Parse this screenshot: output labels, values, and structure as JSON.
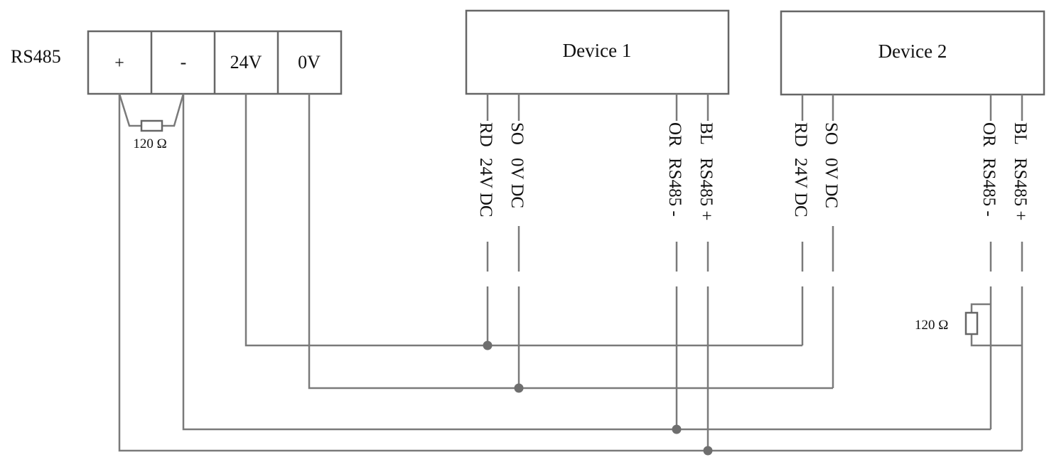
{
  "terminal": {
    "label": "RS485",
    "cells": [
      "+",
      "-",
      "24V",
      "0V"
    ]
  },
  "resistor_label": "120 Ω",
  "devices": [
    {
      "title": "Device 1",
      "wires": [
        {
          "color": "RD",
          "signal": "24V DC"
        },
        {
          "color": "SO",
          "signal": "0V DC"
        },
        {
          "color": "OR",
          "signal": "RS485 -"
        },
        {
          "color": "BL",
          "signal": "RS485 +"
        }
      ]
    },
    {
      "title": "Device 2",
      "wires": [
        {
          "color": "RD",
          "signal": "24V DC"
        },
        {
          "color": "SO",
          "signal": "0V DC"
        },
        {
          "color": "OR",
          "signal": "RS485 -"
        },
        {
          "color": "BL",
          "signal": "RS485 +"
        }
      ]
    }
  ]
}
